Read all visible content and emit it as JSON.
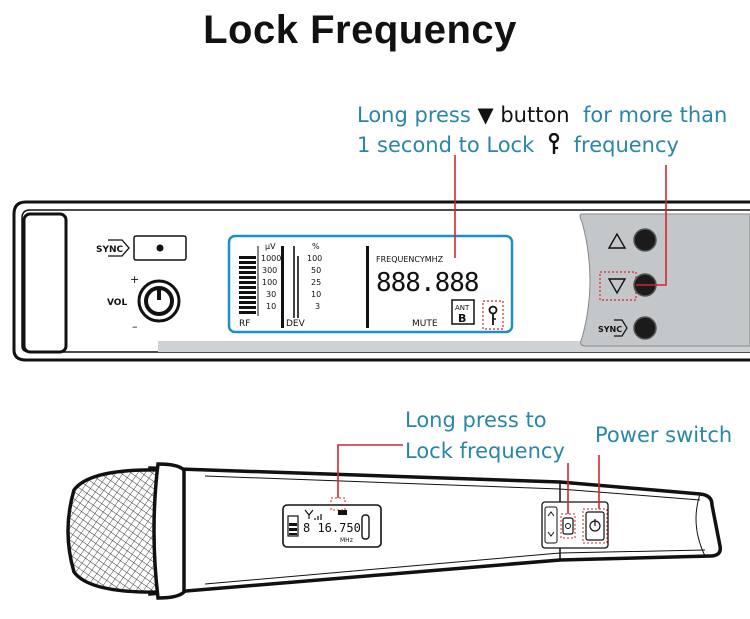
{
  "title": "Lock Frequency",
  "receiver_callout": {
    "line1_prefix": "Long press",
    "line1_arrow": "▼",
    "line1_button": "button",
    "line1_suffix": "for more than",
    "line2_prefix": "1 second to Lock",
    "line2_suffix": "frequency"
  },
  "receiver": {
    "sync_label": "SYNC",
    "vol_label": "VOL",
    "plus": "+",
    "minus": "–",
    "rf_meter": {
      "unit": "μV",
      "ticks": [
        "1000",
        "300",
        "100",
        "30",
        "10"
      ],
      "label": "RF"
    },
    "dev_meter": {
      "unit": "%",
      "ticks": [
        "100",
        "50",
        "25",
        "10",
        "3"
      ],
      "label": "DEV"
    },
    "frequency_label": "FREQUENCYMHZ",
    "frequency_value": "888.888",
    "ant_label": "ANT",
    "ant_value": "B",
    "mute_label": "MUTE",
    "side_sync_label": "SYNC"
  },
  "mic_callouts": {
    "lock_line1": "Long press to",
    "lock_line2": "Lock frequency",
    "power": "Power switch"
  },
  "mic": {
    "lcd_freq": "8 16.750",
    "lcd_unit": "MHz"
  },
  "colors": {
    "callout": "#2a86a8",
    "leader": "#d0282f",
    "body_outline": "#111111"
  }
}
